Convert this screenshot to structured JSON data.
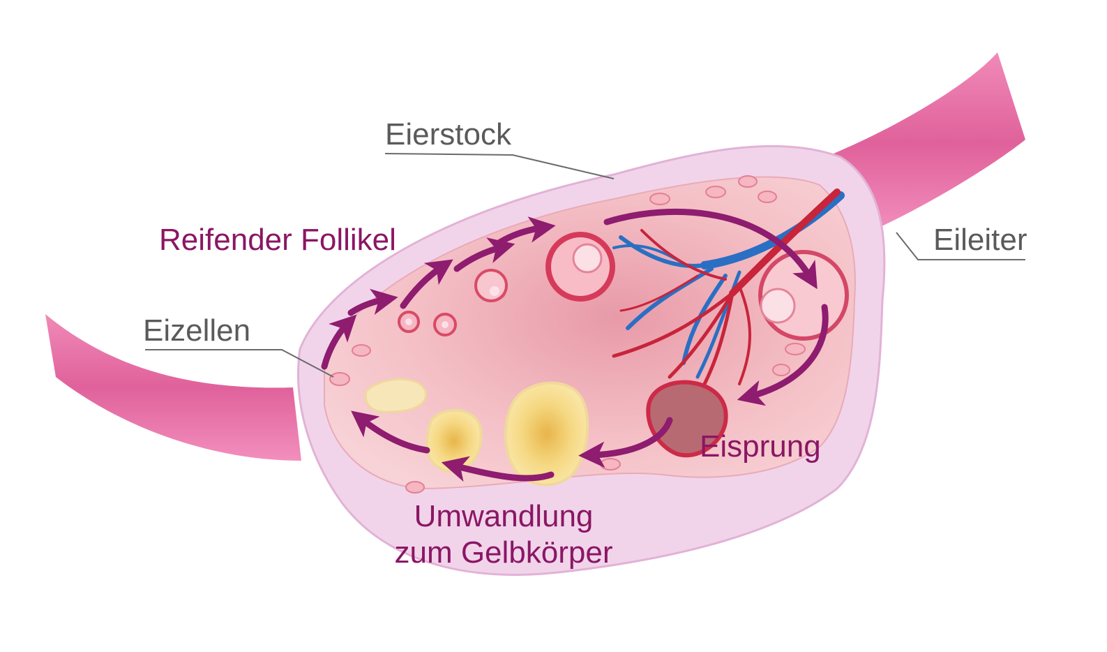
{
  "labels": {
    "eierstock": "Eierstock",
    "eileiter": "Eileiter",
    "eizellen": "Eizellen",
    "reifender_follikel": "Reifender Follikel",
    "eisprung": "Eisprung",
    "umwandlung_line1": "Umwandlung",
    "umwandlung_line2": "zum Gelbkörper"
  },
  "colors": {
    "label_grey": "#5a5a5a",
    "label_purple": "#8a1664",
    "arrow": "#8e1c6f",
    "ovary_outer": "#f1d4ea",
    "ovary_inner": "#f5c4cb",
    "tube": "#e06a9e",
    "artery": "#c8243a",
    "vein": "#2a6fc4",
    "corpus_luteum": "#f2d27a"
  }
}
